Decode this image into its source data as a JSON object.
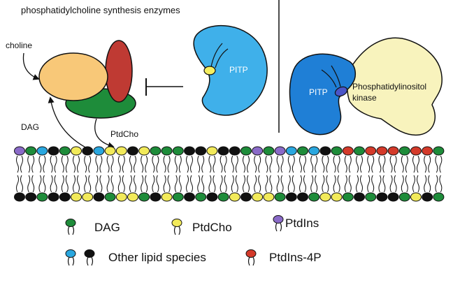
{
  "title": "phosphatidylcholine synthesis enzymes",
  "labels": {
    "choline": "choline",
    "dag": "DAG",
    "ptdcho": "PtdCho",
    "pitp_left": "PITP",
    "pitp_right": "PITP",
    "kinase_line1": "Phosphatidylinositol",
    "kinase_line2": "kinase"
  },
  "legend": {
    "dag": "DAG",
    "ptdcho": "PtdCho",
    "ptdins": "PtdIns",
    "other": "Other lipid species",
    "ptdins4p": "PtdIns-4P"
  },
  "colors": {
    "dag": "#1e8c3a",
    "ptdcho": "#f2ea5a",
    "ptdins": "#8a6ac8",
    "other_blue": "#2aa7df",
    "other_black": "#111111",
    "ptdins4p": "#d43a2a",
    "enzyme_orange": "#f8c878",
    "enzyme_red": "#bf3a33",
    "enzyme_green": "#1e8c3a",
    "pitp_light": "#3fb0ea",
    "pitp_dark": "#1f7fd6",
    "kinase": "#f8f3bd",
    "ligand_yellow": "#f4ee60",
    "ligand_purple": "#4a55c8"
  },
  "membrane": {
    "top_leaflet": [
      "purple",
      "green",
      "blue",
      "black",
      "green",
      "yellow",
      "black",
      "blue",
      "yellow",
      "yellow",
      "black",
      "yellow",
      "green",
      "green",
      "green",
      "black",
      "black",
      "yellow",
      "black",
      "black",
      "green",
      "purple",
      "green",
      "purple",
      "blue",
      "green",
      "blue",
      "black",
      "green",
      "red",
      "green",
      "red",
      "red",
      "red",
      "green",
      "red",
      "red",
      "green"
    ],
    "bottom_leaflet": [
      "black",
      "black",
      "green",
      "black",
      "black",
      "yellow",
      "yellow",
      "black",
      "green",
      "yellow",
      "yellow",
      "green",
      "black",
      "yellow",
      "green",
      "black",
      "green",
      "black",
      "green",
      "yellow",
      "black",
      "yellow",
      "yellow",
      "green",
      "black",
      "black",
      "green",
      "yellow",
      "yellow",
      "green",
      "black",
      "green",
      "black",
      "black",
      "green",
      "yellow",
      "black",
      "green"
    ]
  }
}
